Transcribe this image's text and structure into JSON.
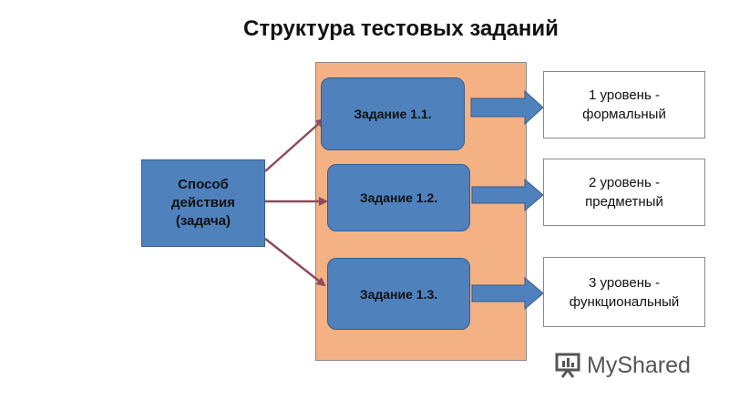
{
  "title": "Структура тестовых заданий",
  "source": {
    "line1": "Способ",
    "line2": "действия",
    "line3": "(задача)"
  },
  "tasks": [
    "Задание 1.1.",
    "Задание 1.2.",
    "Задание 1.3."
  ],
  "levels": [
    {
      "line1": "1 уровень -",
      "line2": "формальный"
    },
    {
      "line1": "2 уровень -",
      "line2": "предметный"
    },
    {
      "line1": "3 уровень -",
      "line2": "функциональный"
    }
  ],
  "watermark": "MyShared",
  "colors": {
    "panel_fill": "#f4b184",
    "box_fill": "#4f81bd",
    "box_border": "#385d8a",
    "connector": "#8e4b5b",
    "block_arrow_fill": "#4f81bd"
  }
}
